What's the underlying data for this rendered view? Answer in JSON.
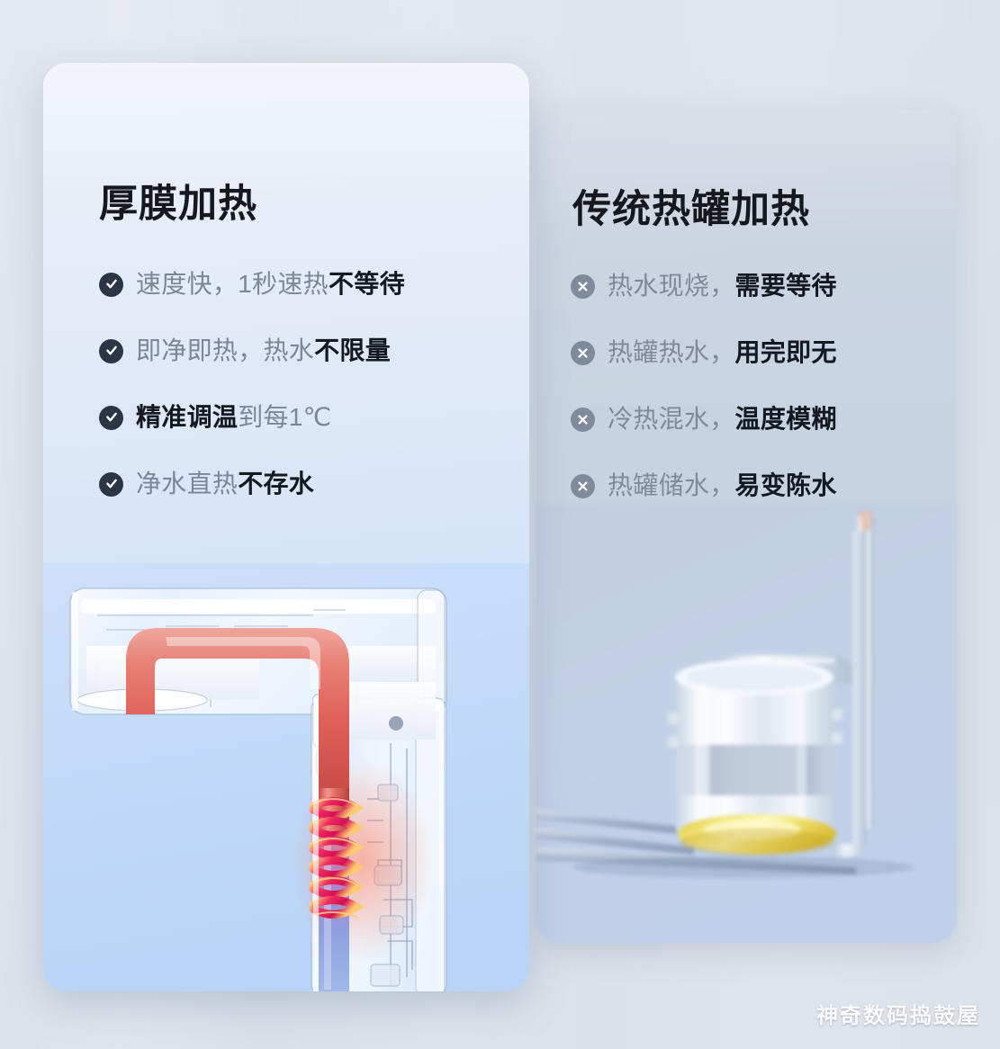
{
  "background": {
    "base_color": "#dde4ec",
    "accent_blue": "#bed6f6",
    "accent_gray": "#c6d2e4"
  },
  "left_card": {
    "name": "thick-film-heating",
    "title": "厚膜加热",
    "badge_icon": "check-circle-icon",
    "badge_color": "#2b3546",
    "bullets": [
      {
        "icon": "check-circle-icon",
        "normal_1": "速度快，1秒速热",
        "emphasis": "不等待",
        "normal_2": ""
      },
      {
        "icon": "check-circle-icon",
        "normal_1": "即净即热，热水",
        "emphasis": "不限量",
        "normal_2": ""
      },
      {
        "icon": "check-circle-icon",
        "normal_1": "",
        "emphasis": "精准调温",
        "normal_2": "到每1℃"
      },
      {
        "icon": "check-circle-icon",
        "normal_1": "净水直热",
        "emphasis": "不存水",
        "normal_2": ""
      }
    ],
    "illustration": {
      "name": "thick-film-heater-cutaway",
      "description": "透明净水器厚膜加热模块剖面图，红色热水管与加热线圈",
      "hot_pipe_color": "#e2675f",
      "coil_color": "#e81e5a",
      "cold_water_color": "#8fa8dc"
    }
  },
  "right_card": {
    "name": "traditional-tank-heating",
    "title": "传统热罐加热",
    "badge_icon": "x-circle-icon",
    "badge_color": "#7f8a9c",
    "bullets": [
      {
        "icon": "x-circle-icon",
        "normal_1": "热水现烧，",
        "emphasis": "需要等待",
        "normal_2": ""
      },
      {
        "icon": "x-circle-icon",
        "normal_1": "热罐热水，",
        "emphasis": "用完即无",
        "normal_2": ""
      },
      {
        "icon": "x-circle-icon",
        "normal_1": "冷热混水，",
        "emphasis": "温度模糊",
        "normal_2": ""
      },
      {
        "icon": "x-circle-icon",
        "normal_1": "热罐储水，",
        "emphasis": "易变陈水",
        "normal_2": ""
      }
    ],
    "illustration": {
      "name": "hot-water-tank",
      "description": "模糊的传统热罐储水装置，底部黄色加热盘",
      "heating_plate_color": "#e8d14a",
      "tank_color": "#e9eef6"
    }
  },
  "watermark": {
    "text": "神奇数码捣鼓屋"
  }
}
